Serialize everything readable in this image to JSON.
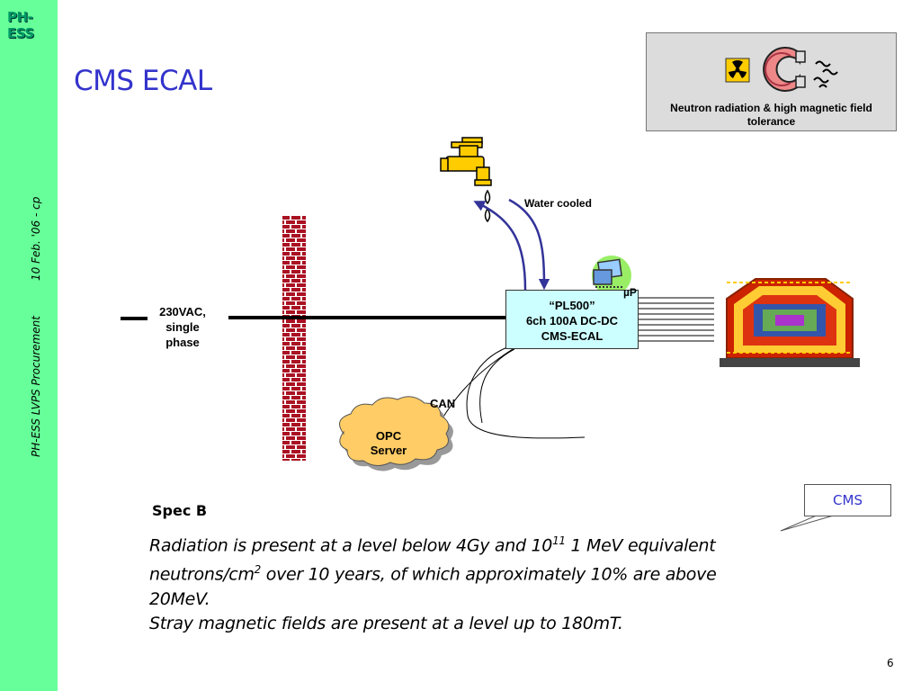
{
  "sidebar": {
    "logo": "PH-ESS",
    "date": "10 Feb. '06 - cp",
    "footer": "PH-ESS LVPS Procurement"
  },
  "title": "CMS ECAL",
  "tolerance_box": {
    "caption_line1": "Neutron radiation & high magnetic field",
    "caption_line2": "tolerance"
  },
  "diagram": {
    "water_label": "Water cooled",
    "mains_line1": "230VAC,",
    "mains_line2": "single",
    "mains_line3": "phase",
    "psu_line1": "“PL500”",
    "psu_line2": "6ch 100A DC-DC",
    "psu_line3": "CMS-ECAL",
    "micro_label": "µP",
    "can_label": "CAN",
    "opc_line1": "OPC",
    "opc_line2": "Server"
  },
  "spec": {
    "label": "Spec B",
    "p1_a": "Radiation is present at a level below 4Gy and 10",
    "p1_sup1": "11",
    "p1_b": " 1 MeV equivalent neutrons/cm",
    "p1_sup2": "2",
    "p1_c": " over 10 years, of which approximately 10% are above 20MeV.",
    "p2": "Stray magnetic fields are present at a level up to 180mT."
  },
  "callout": "CMS",
  "page_number": "6",
  "colors": {
    "sidebar": "#66ff99",
    "title": "#3333cc",
    "psu_box": "#ccffff",
    "wall": "#aa1122",
    "arrow": "#333399"
  }
}
